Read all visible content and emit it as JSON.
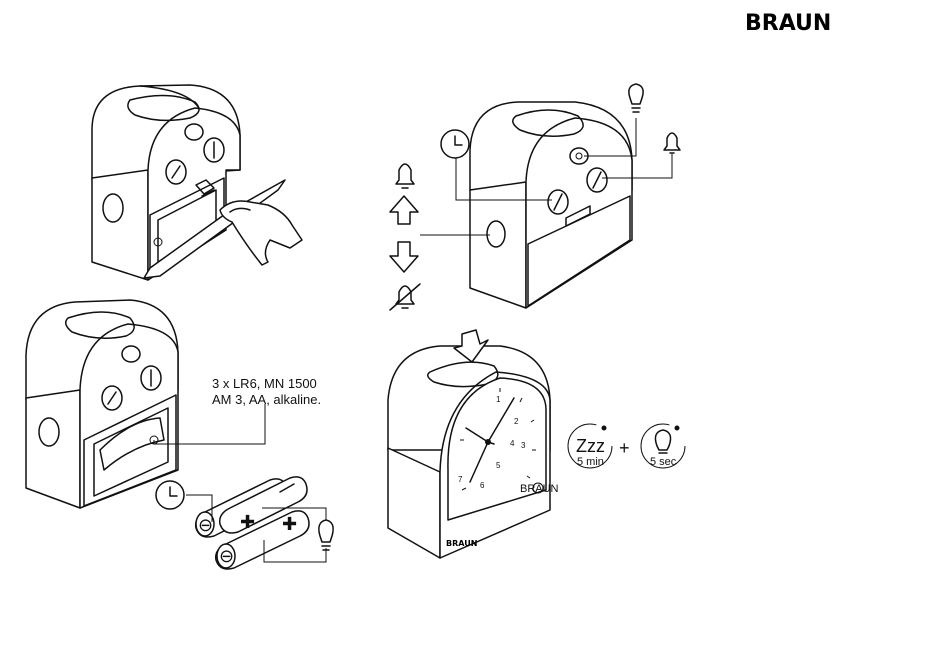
{
  "brand": {
    "logo": "BRAUN"
  },
  "battery_spec": {
    "line1": "3 x LR6, MN 1500",
    "line2": "AM 3, AA, alkaline."
  },
  "snooze": {
    "symbol": "Zzz",
    "duration": "5 min",
    "light_duration": "5 sec",
    "operator": "+"
  },
  "clock_face": {
    "numerals": [
      "1",
      "2",
      "3",
      "4",
      "5",
      "6",
      "7"
    ],
    "dial_logo": "BRAUN"
  },
  "icons": [
    "clock-icon",
    "bell-icon",
    "arrow-up-icon",
    "arrow-down-icon",
    "bell-off-icon",
    "light-bulb-icon",
    "press-arrow-icon",
    "hand-icon"
  ]
}
